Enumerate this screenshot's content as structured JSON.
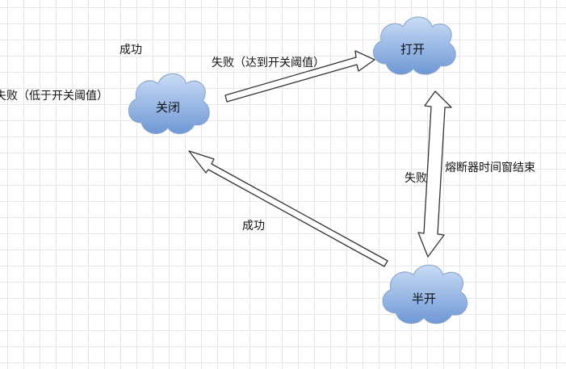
{
  "nodes": {
    "closed": {
      "label": "关闭"
    },
    "open": {
      "label": "打开"
    },
    "half_open": {
      "label": "半开"
    }
  },
  "edges": {
    "closed_self_success": "成功",
    "closed_self_failure": "失败（低于开关阈值）",
    "closed_to_open": "失败（达到开关阈值）",
    "half_open_to_closed": "成功",
    "half_open_to_open": "失败",
    "open_to_half_open": "熔断器时间窗结束"
  },
  "colors": {
    "cloud_fill_top": "#c9dcf5",
    "cloud_fill_bottom": "#6f98d6",
    "cloud_stroke": "#8aa6cc",
    "arrow_stroke": "#333333",
    "arrow_fill": "#ffffff"
  }
}
